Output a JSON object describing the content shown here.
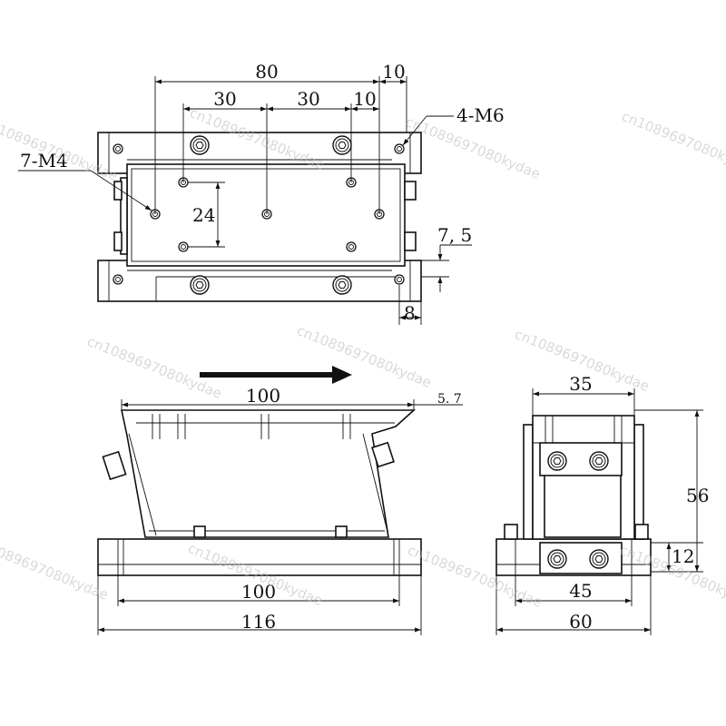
{
  "watermark": {
    "text": "cn1089697080kydae"
  },
  "top_view": {
    "dims": {
      "d80": "80",
      "d10_top": "10",
      "d30_a": "30",
      "d30_b": "30",
      "d10_mid": "10",
      "d24": "24",
      "d7_5": "7, 5",
      "d8": "8"
    },
    "labels": {
      "m6": "4-M6",
      "m4": "7-M4"
    }
  },
  "front_view": {
    "dims": {
      "d100_top": "100",
      "d5_7": "5. 7",
      "d100_bottom": "100",
      "d116": "116"
    }
  },
  "side_view": {
    "dims": {
      "d35": "35",
      "d56": "56",
      "d12": "12",
      "d45": "45",
      "d60": "60"
    }
  }
}
